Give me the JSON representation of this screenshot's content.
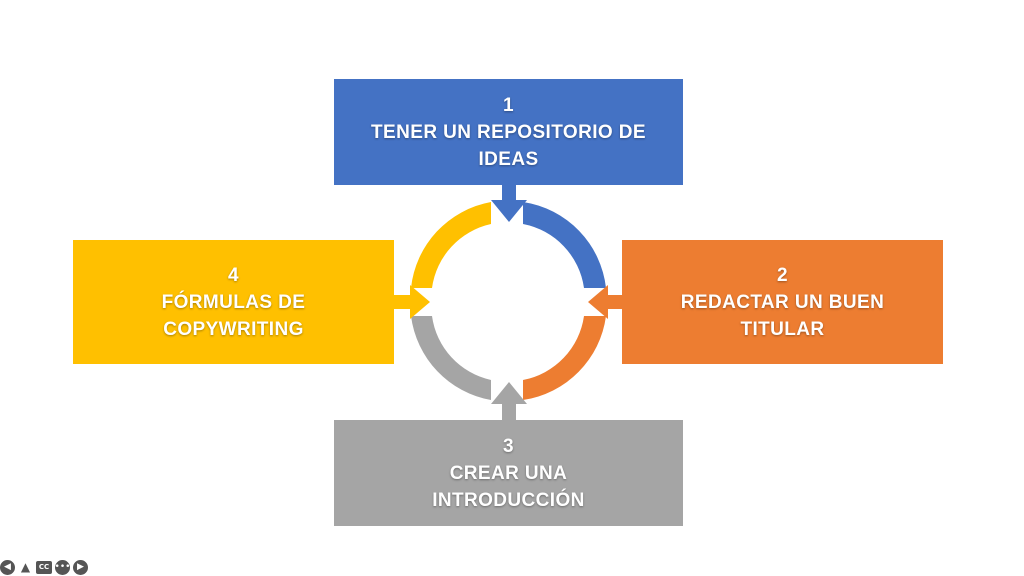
{
  "colors": {
    "blue": "#4472C4",
    "orange": "#ED7D31",
    "gray": "#A5A5A5",
    "yellow": "#FFC000",
    "text": "#FFFFFF"
  },
  "steps": [
    {
      "number": "1",
      "title": "TENER UN REPOSITORIO DE IDEAS",
      "color": "#4472C4"
    },
    {
      "number": "2",
      "title": "REDACTAR UN BUEN TITULAR",
      "color": "#ED7D31"
    },
    {
      "number": "3",
      "title": "CREAR UNA INTRODUCCIÓN",
      "color": "#A5A5A5"
    },
    {
      "number": "4",
      "title": "FÓRMULAS DE COPYWRITING",
      "color": "#FFC000"
    }
  ],
  "nav": {
    "icons": [
      "arrow-left-icon",
      "pen-icon",
      "cc-icon",
      "more-icon",
      "arrow-right-icon"
    ],
    "cc_label": "CC"
  }
}
